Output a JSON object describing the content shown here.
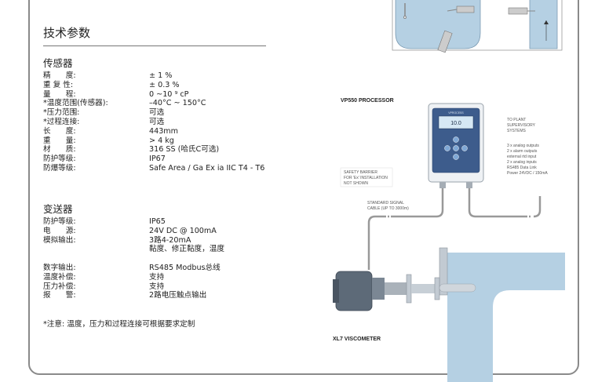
{
  "title": "技术参数",
  "sensor": {
    "heading": "传感器",
    "rows": [
      {
        "label": "精　　度:",
        "value": "± 1 %"
      },
      {
        "label": "重 复 性:",
        "value": "± 0.3 %"
      },
      {
        "label": "量　　程:",
        "value": "0 ~10 ⁹ cP"
      },
      {
        "label": "*温度范围(传感器):",
        "value": "–40°C ~ 150°C"
      },
      {
        "label": "*压力范围:",
        "value": "可选"
      },
      {
        "label": "*过程连接:",
        "value": "可选"
      },
      {
        "label": "长　　度:",
        "value": "443mm"
      },
      {
        "label": "重　　量:",
        "value": "> 4 kg"
      },
      {
        "label": "材　　质:",
        "value": "316 SS (哈氏C可选)"
      },
      {
        "label": "防护等级:",
        "value": "IP67"
      },
      {
        "label": "防爆等级:",
        "value": "Safe Area / Ga Ex ia IIC T4 - T6"
      }
    ]
  },
  "transmitter": {
    "heading": "变送器",
    "rows": [
      {
        "label": "防护等级:",
        "value": "IP65"
      },
      {
        "label": "电　　源:",
        "value": "24V DC @ 100mA"
      },
      {
        "label": "模拟输出:",
        "value": "3路4-20mA"
      },
      {
        "label": "",
        "value": "黏度、修正黏度，温度"
      },
      {
        "label": "",
        "value": ""
      },
      {
        "label": "数字输出:",
        "value": "RS485 Modbus总线"
      },
      {
        "label": "温度补偿:",
        "value": "支持"
      },
      {
        "label": "压力补偿:",
        "value": "支持"
      },
      {
        "label": "报　　警:",
        "value": "2路电压触点输出"
      }
    ]
  },
  "note": "*注意: 温度，压力和过程连接可根据要求定制",
  "diagram": {
    "processor_label": "VP550 PROCESSOR",
    "viscometer_label": "XL7 VISCOMETER",
    "display_value": "10.0",
    "screen_brand": "VPROCESS",
    "plant_label": [
      "TO PLANT",
      "SUPERVISORY",
      "SYSTEMS"
    ],
    "io_list": [
      "3 x analog outputs",
      "2 x alarm outputs",
      "external rtd input",
      "2 x analog inputs",
      "RS485 Data Link",
      "Power 24VDC / 150mA"
    ],
    "barrier_label": [
      "SAFETY BARRIER",
      "FOR 'Ex' INSTALLATION",
      "NOT SHOWN"
    ],
    "cable_label": [
      "STANDARD SIGNAL",
      "CABLE (UP TO 3000m)"
    ]
  }
}
